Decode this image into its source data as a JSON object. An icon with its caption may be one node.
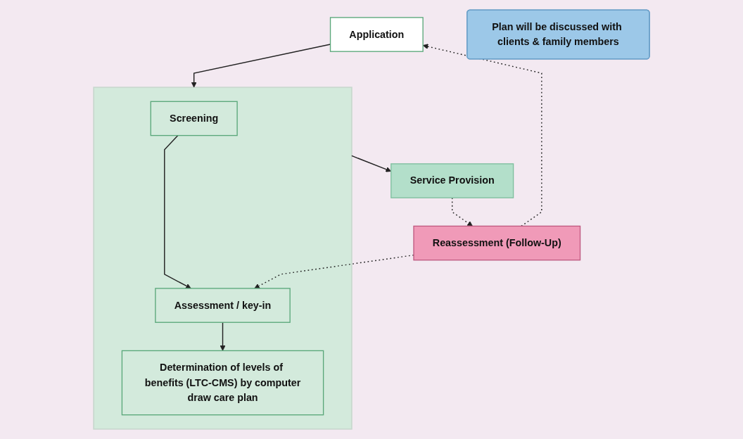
{
  "diagram": {
    "nodes": [
      {
        "text": [
          "Application"
        ]
      },
      {
        "text": [],
        "shape": "box"
      },
      {
        "text": [
          "Screening"
        ],
        "in": 1
      },
      {
        "text": [
          "Assessment / key-in"
        ],
        "in": 1
      },
      {
        "text": [
          "Determination of levels of benefits (LTC-CMS) by computer",
          "draw care plan"
        ],
        "in": 1
      },
      {
        "text": [
          "Reassessment (Follow-Up)"
        ]
      },
      {
        "text": [
          "Service Provision"
        ]
      },
      {
        "text": [
          "Plan will be discussed with clients & family members"
        ]
      }
    ],
    "edges": [
      {
        "from": 0,
        "to": 1,
        "arrow": "to"
      },
      {
        "from": 2,
        "to": 3,
        "arrow": "to"
      },
      {
        "from": 3,
        "to": 4,
        "arrow": "to"
      },
      {
        "from": 1,
        "to": 6,
        "arrow": "to"
      },
      {
        "from": 6,
        "to": 5,
        "arrow": "to",
        "style": "dashed"
      },
      {
        "from": 5,
        "to": 0,
        "arrow": "to",
        "style": "dashed"
      },
      {
        "from": 5,
        "to": 3,
        "arrow": "to",
        "style": "dashed"
      }
    ]
  }
}
